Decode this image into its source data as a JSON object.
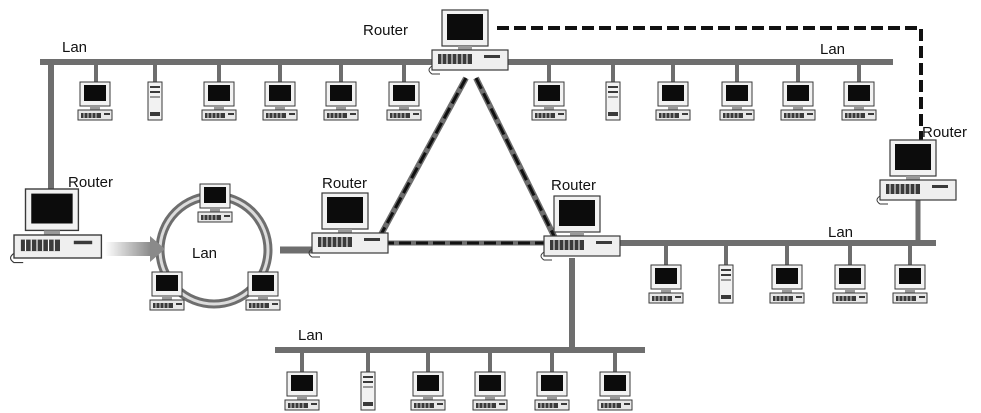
{
  "labels": {
    "router_top": "Router",
    "router_left": "Router",
    "router_center_left": "Router",
    "router_center_right": "Router",
    "router_right": "Router",
    "lan_top_left": "Lan",
    "lan_top_right": "Lan",
    "lan_ring": "Lan",
    "lan_bottom": "Lan",
    "lan_right": "Lan"
  },
  "colors": {
    "cable": "#6e6e6e",
    "path_dash": "#111111",
    "screen": "#0c0c0c",
    "device_light": "#f2f2f2",
    "device_mid": "#9a9a9a",
    "device_dark": "#3a3a3a"
  },
  "icons": {
    "workstation": "pc-icon",
    "server": "server-tower-icon",
    "router": "router-icon"
  }
}
